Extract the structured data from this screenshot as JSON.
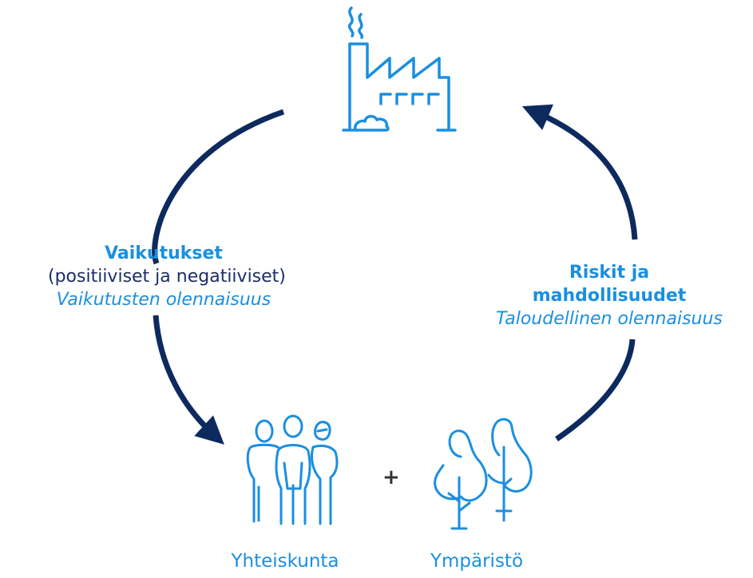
{
  "colors": {
    "arrow": "#0d2a5e",
    "icon": "#1a8fe0",
    "accent_text": "#1a8fe0",
    "body_text": "#1b2f66"
  },
  "icons": {
    "top": "factory-icon",
    "bottom_left": "people-icon",
    "bottom_right": "trees-icon"
  },
  "left_label": {
    "title": "Vaikutukset",
    "subtitle": "(positiiviset ja negatiiviset)",
    "italic": "Vaikutusten olennaisuus"
  },
  "right_label": {
    "title_line1": "Riskit ja",
    "title_line2": "mahdollisuudet",
    "italic": "Taloudellinen olennaisuus"
  },
  "bottom": {
    "left_caption": "Yhteiskunta",
    "plus": "+",
    "right_caption": "Ympäristö"
  }
}
